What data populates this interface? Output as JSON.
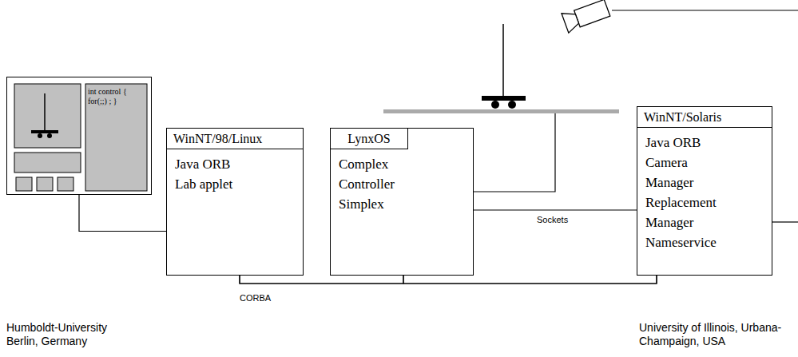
{
  "diagram": {
    "nodes": [
      {
        "text": [
          "int control { for(;;) ; }"
        ]
      },
      {
        "text": [
          "WinNT/98/Linux",
          "Java ORB",
          "Lab applet"
        ]
      },
      {
        "text": [
          "LynxOS",
          "Complex Controller",
          "Simplex"
        ]
      },
      {
        "text": [
          "WinNT/Solaris",
          "Java ORB",
          "Camera Manager",
          "Replacement Manager",
          "Nameservice"
        ]
      }
    ],
    "edges": [
      {
        "from": 0,
        "to": 1,
        "arrow": "none"
      },
      {
        "from": 1,
        "to": 2,
        "label": "CORBA",
        "arrow": "none"
      },
      {
        "from": 2,
        "to": 3,
        "arrow": "none"
      },
      {
        "from": 1,
        "to": 3,
        "arrow": "none"
      },
      {
        "from": 2,
        "to": 3,
        "label": "Sockets",
        "arrow": "none"
      }
    ],
    "labels": [
      "Humboldt-University Berlin, Germany",
      "University of Illinois, Urbana-Champaign, USA"
    ]
  }
}
